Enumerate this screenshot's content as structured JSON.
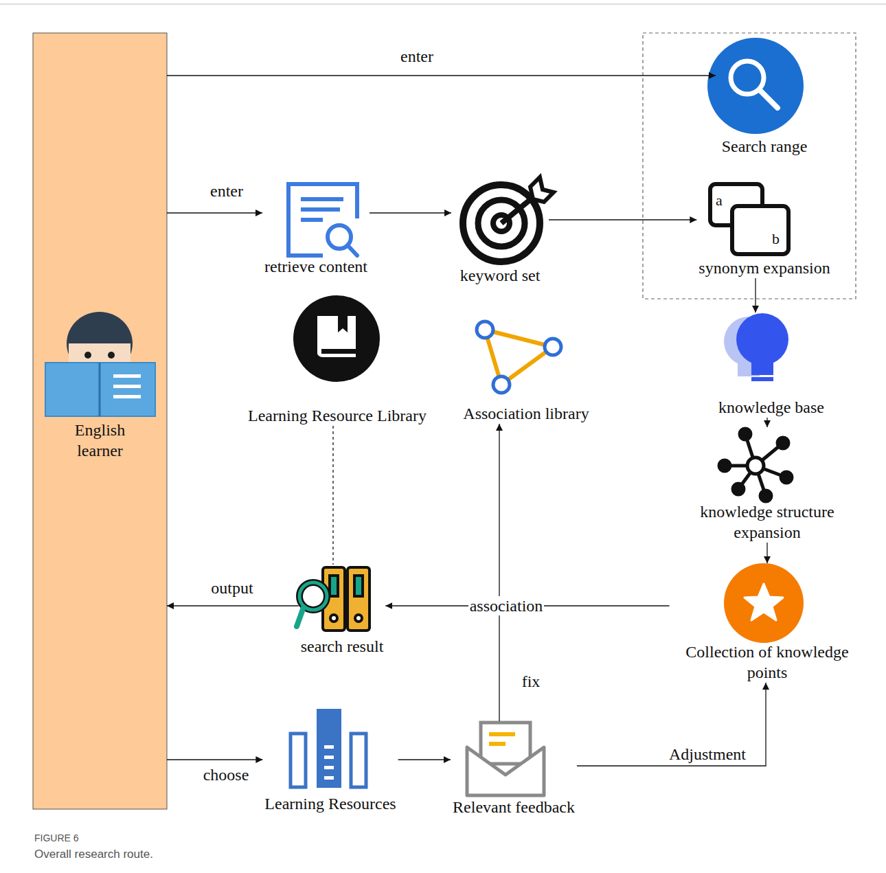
{
  "diagram": {
    "caption": "Overall research route.",
    "nodes": [
      {
        "text": [
          "English learner"
        ]
      },
      {
        "text": [
          "Search range"
        ]
      },
      {
        "text": [
          "retrieve content"
        ]
      },
      {
        "text": [
          "keyword set"
        ]
      },
      {
        "text": [
          "synonym expansion"
        ]
      },
      {
        "text": [
          "Learning Resource Library"
        ]
      },
      {
        "text": [
          "Association library"
        ]
      },
      {
        "text": [
          "knowledge base"
        ]
      },
      {
        "text": [
          "knowledge structure expansion"
        ]
      },
      {
        "text": [
          "search result"
        ]
      },
      {
        "text": [
          "Collection of knowledge points"
        ]
      },
      {
        "text": [
          "Learning Resources"
        ]
      },
      {
        "text": [
          "Relevant feedback"
        ]
      }
    ],
    "edges": [
      {
        "from": 0,
        "to": 1,
        "label": "enter",
        "arrow": "to"
      },
      {
        "from": 0,
        "to": 2,
        "label": "enter",
        "arrow": "to"
      },
      {
        "from": 2,
        "to": 3,
        "arrow": "to"
      },
      {
        "from": 3,
        "to": 4,
        "arrow": "to"
      },
      {
        "from": 4,
        "to": 7,
        "arrow": "to"
      },
      {
        "from": 7,
        "to": 8,
        "arrow": "to"
      },
      {
        "from": 8,
        "to": 10,
        "arrow": "to"
      },
      {
        "from": 10,
        "to": 9,
        "label": "association",
        "arrow": "to"
      },
      {
        "from": 9,
        "to": 0,
        "label": "output",
        "arrow": "to"
      },
      {
        "from": 0,
        "to": 11,
        "label": "choose",
        "arrow": "to"
      },
      {
        "from": 11,
        "to": 12,
        "arrow": "to"
      },
      {
        "from": 12,
        "to": 6,
        "label": "fix",
        "arrow": "to"
      },
      {
        "from": 12,
        "to": 10,
        "label": "Adjustment",
        "arrow": "to"
      },
      {
        "from": 5,
        "to": 9,
        "arrow": "none"
      }
    ],
    "labels": [
      "FIGURE 6",
      "a",
      "b"
    ]
  }
}
